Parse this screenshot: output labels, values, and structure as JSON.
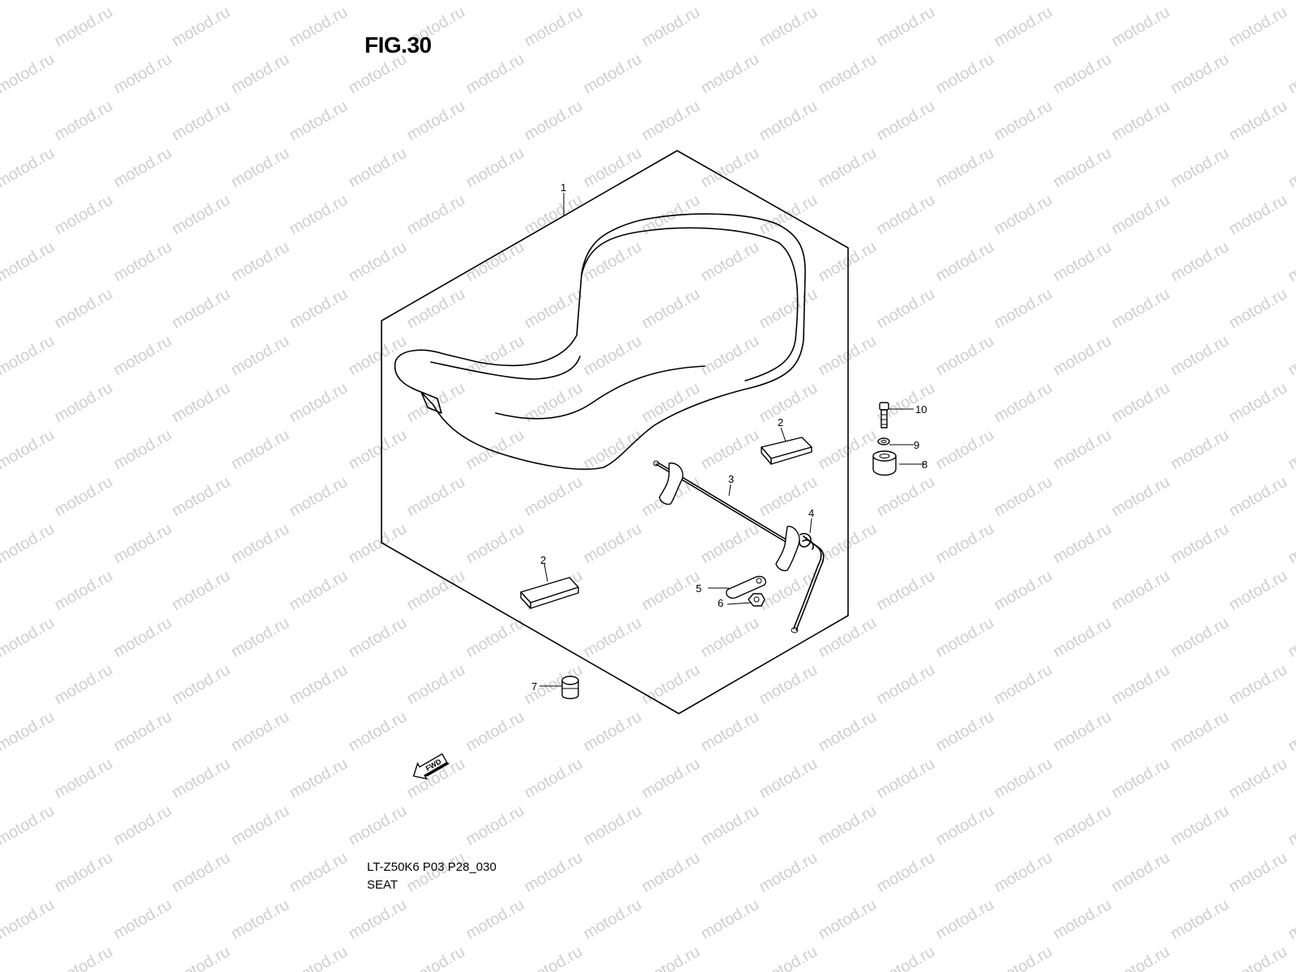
{
  "figure": {
    "title": "FIG.30"
  },
  "watermark": {
    "text": "motod.ru",
    "color": "#cfcfcf"
  },
  "callouts": [
    {
      "id": "1",
      "label": "1"
    },
    {
      "id": "2a",
      "label": "2"
    },
    {
      "id": "2b",
      "label": "2"
    },
    {
      "id": "3",
      "label": "3"
    },
    {
      "id": "4",
      "label": "4"
    },
    {
      "id": "5",
      "label": "5"
    },
    {
      "id": "6",
      "label": "6"
    },
    {
      "id": "7",
      "label": "7"
    },
    {
      "id": "8",
      "label": "8"
    },
    {
      "id": "9",
      "label": "9"
    },
    {
      "id": "10",
      "label": "10"
    }
  ],
  "direction_marker": {
    "label": "FWD",
    "icon": "fwd-arrow-icon"
  },
  "caption": {
    "code": "LT-Z50K6 P03 P28_030",
    "name": "SEAT"
  }
}
